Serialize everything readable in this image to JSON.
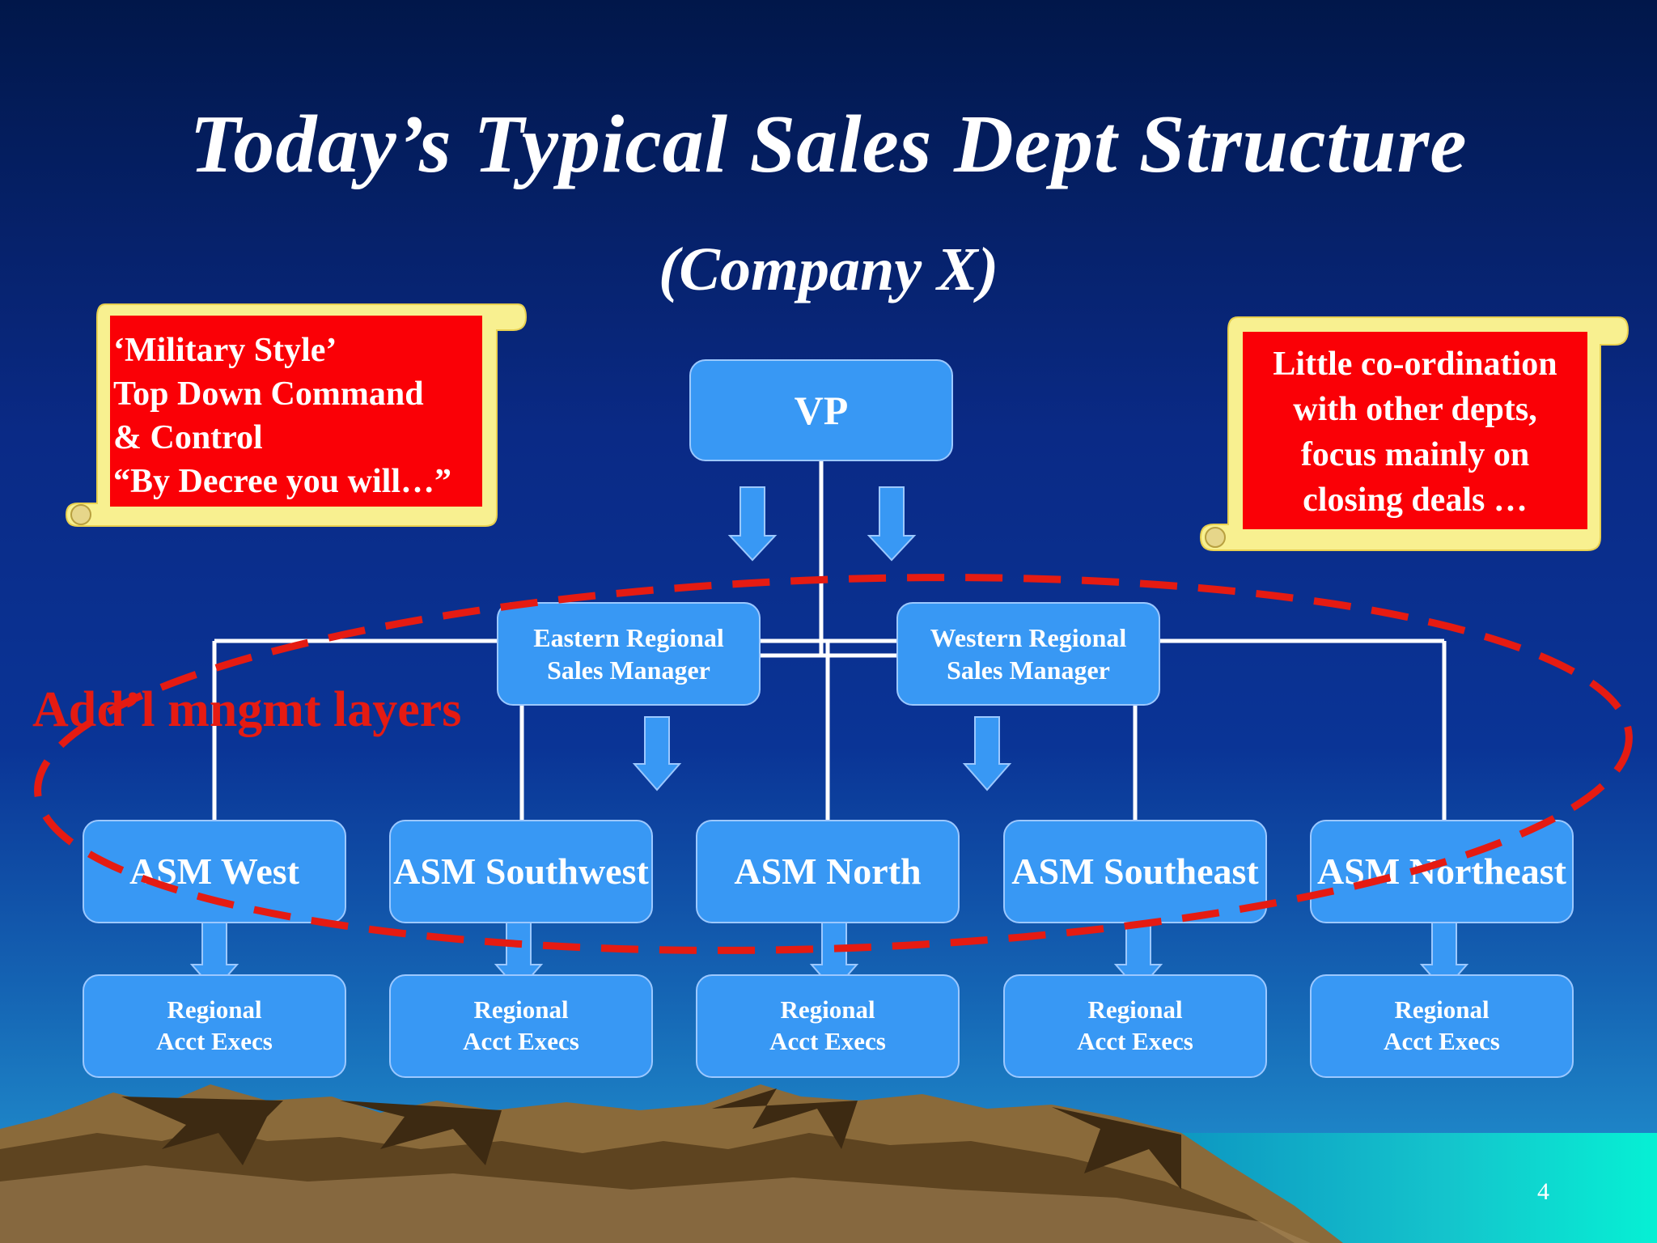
{
  "title": "Today’s Typical Sales Dept Structure",
  "subtitle": "(Company X)",
  "callouts": {
    "left": "‘Military Style’\nTop Down Command\n& Control\n“By Decree you will…”",
    "right": "Little co-ordination\nwith other depts,\nfocus mainly on\nclosing deals …"
  },
  "org": {
    "vp": "VP",
    "regional_managers": [
      "Eastern Regional\nSales Manager",
      "Western Regional\nSales Manager"
    ],
    "area_managers": [
      "ASM West",
      "ASM Southwest",
      "ASM North",
      "ASM Southeast",
      "ASM Northeast"
    ],
    "account_execs": [
      "Regional\nAcct Execs",
      "Regional\nAcct Execs",
      "Regional\nAcct Execs",
      "Regional\nAcct Execs",
      "Regional\nAcct Execs"
    ]
  },
  "annotation": "Add’l mngmt layers",
  "page_number": "4",
  "colors": {
    "box_fill": "#3898f4",
    "callout_fill": "#fa0006",
    "scroll_color": "#f8f090",
    "annotation_red": "#e51b12"
  }
}
